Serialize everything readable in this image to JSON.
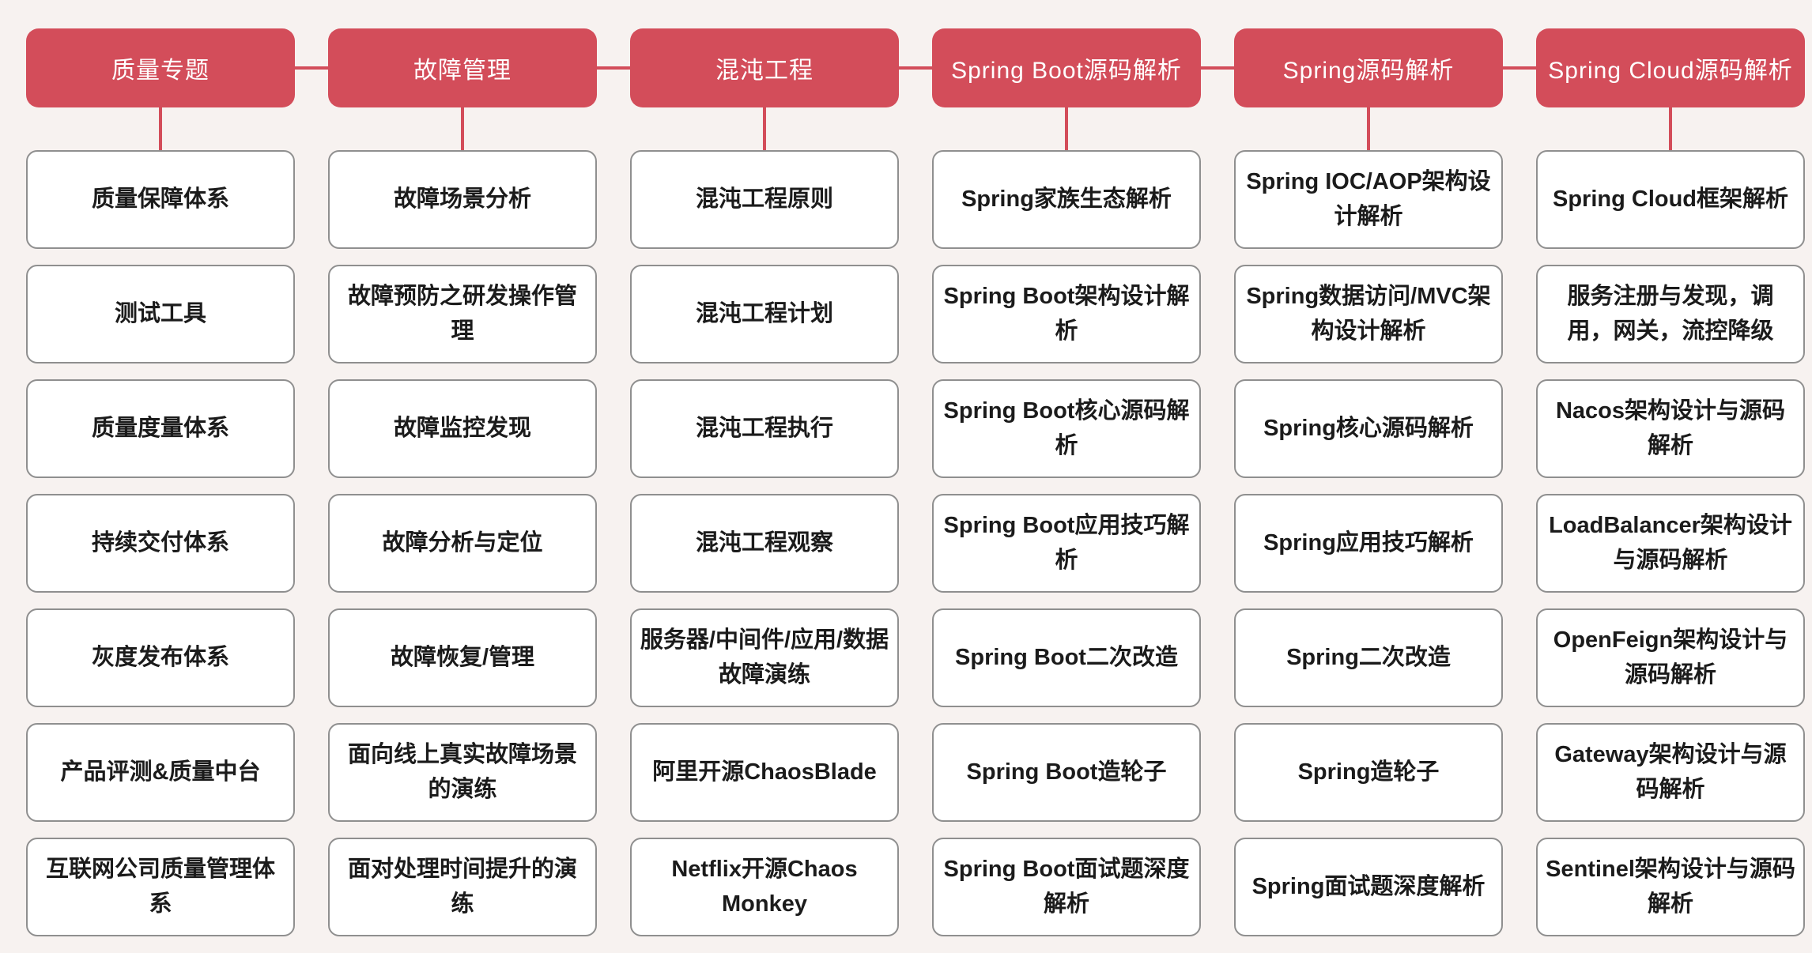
{
  "theme": {
    "background": "#f7f2f0",
    "accent_red": "#d34d5a",
    "header_text_color": "#ffffff",
    "node_bg": "#ffffff",
    "node_border": "#8f8f8f",
    "node_text_color": "#1b1b1b"
  },
  "diagram": {
    "type": "mindmap-grid",
    "columns": 6,
    "rows_per_column": 7
  },
  "columns": [
    {
      "header": "质量专题",
      "items": [
        "质量保障体系",
        "测试工具",
        "质量度量体系",
        "持续交付体系",
        "灰度发布体系",
        "产品评测&质量中台",
        "互联网公司质量管理体系"
      ]
    },
    {
      "header": "故障管理",
      "items": [
        "故障场景分析",
        "故障预防之研发操作管理",
        "故障监控发现",
        "故障分析与定位",
        "故障恢复/管理",
        "面向线上真实故障场景的演练",
        "面对处理时间提升的演练"
      ]
    },
    {
      "header": "混沌工程",
      "items": [
        "混沌工程原则",
        "混沌工程计划",
        "混沌工程执行",
        "混沌工程观察",
        "服务器/中间件/应用/数据故障演练",
        "阿里开源ChaosBlade",
        "Netflix开源Chaos Monkey"
      ]
    },
    {
      "header": "Spring Boot源码解析",
      "items": [
        "Spring家族生态解析",
        "Spring Boot架构设计解析",
        "Spring Boot核心源码解析",
        "Spring Boot应用技巧解析",
        "Spring Boot二次改造",
        "Spring Boot造轮子",
        "Spring Boot面试题深度解析"
      ]
    },
    {
      "header": "Spring源码解析",
      "items": [
        "Spring IOC/AOP架构设计解析",
        "Spring数据访问/MVC架构设计解析",
        "Spring核心源码解析",
        "Spring应用技巧解析",
        "Spring二次改造",
        "Spring造轮子",
        "Spring面试题深度解析"
      ]
    },
    {
      "header": "Spring Cloud源码解析",
      "items": [
        "Spring Cloud框架解析",
        "服务注册与发现，调用，网关，流控降级",
        "Nacos架构设计与源码解析",
        "LoadBalancer架构设计与源码解析",
        "OpenFeign架构设计与源码解析",
        "Gateway架构设计与源码解析",
        "Sentinel架构设计与源码解析"
      ]
    }
  ]
}
